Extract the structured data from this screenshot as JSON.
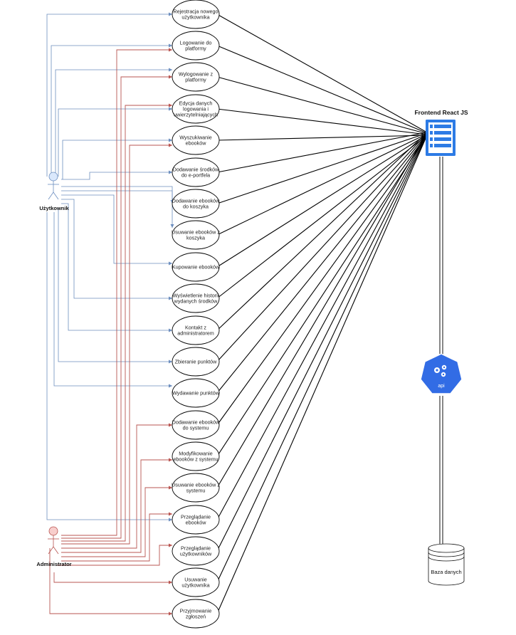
{
  "actors": {
    "user": {
      "label": "Użytkownik",
      "color": "#dae8fc",
      "stroke": "#6c8ebf"
    },
    "admin": {
      "label": "Administrator",
      "color": "#f8cecc",
      "stroke": "#b85450"
    }
  },
  "use_cases": [
    {
      "lines": [
        "Rejestracja nowego",
        "użytkownika"
      ]
    },
    {
      "lines": [
        "Logowanie do",
        "platformy"
      ]
    },
    {
      "lines": [
        "Wylogowanie z",
        "platformy"
      ]
    },
    {
      "lines": [
        "Edycja danych",
        "logowania i",
        "uwierzytelniających"
      ]
    },
    {
      "lines": [
        "Wyszukiwanie",
        "ebooków"
      ]
    },
    {
      "lines": [
        "Dodawanie środków",
        "do e-portfela"
      ]
    },
    {
      "lines": [
        "Dodawanie ebooków",
        "do koszyka"
      ]
    },
    {
      "lines": [
        "Usuwanie ebooków z",
        "koszyka"
      ]
    },
    {
      "lines": [
        "Kupowanie ebooków"
      ]
    },
    {
      "lines": [
        "Wyświetlenie historii",
        "wydanych środków"
      ]
    },
    {
      "lines": [
        "Kontakt z",
        "administratorem"
      ]
    },
    {
      "lines": [
        "Zbieranie punktów"
      ]
    },
    {
      "lines": [
        "Wydawanie punktów"
      ]
    },
    {
      "lines": [
        "Dodawanie ebooków",
        "do systemu"
      ]
    },
    {
      "lines": [
        "Modyfikowanie",
        "ebooków z systemu"
      ]
    },
    {
      "lines": [
        "Usuwanie ebooków z",
        "systemu"
      ]
    },
    {
      "lines": [
        "Przeglądanie",
        "ebooków"
      ]
    },
    {
      "lines": [
        "Przeglądanie",
        "użytkowników"
      ]
    },
    {
      "lines": [
        "Usuwanie",
        "użytkownika"
      ]
    },
    {
      "lines": [
        "Przyjmowanie",
        "zgłoszeń"
      ]
    }
  ],
  "frontend": {
    "title": "Frontend React JS",
    "color": "#2d7be5"
  },
  "api": {
    "label": "api",
    "color": "#326ce5"
  },
  "database": {
    "label": "Baza danych"
  },
  "colors": {
    "user_line": "#6c8ebf",
    "admin_line": "#b85450"
  }
}
